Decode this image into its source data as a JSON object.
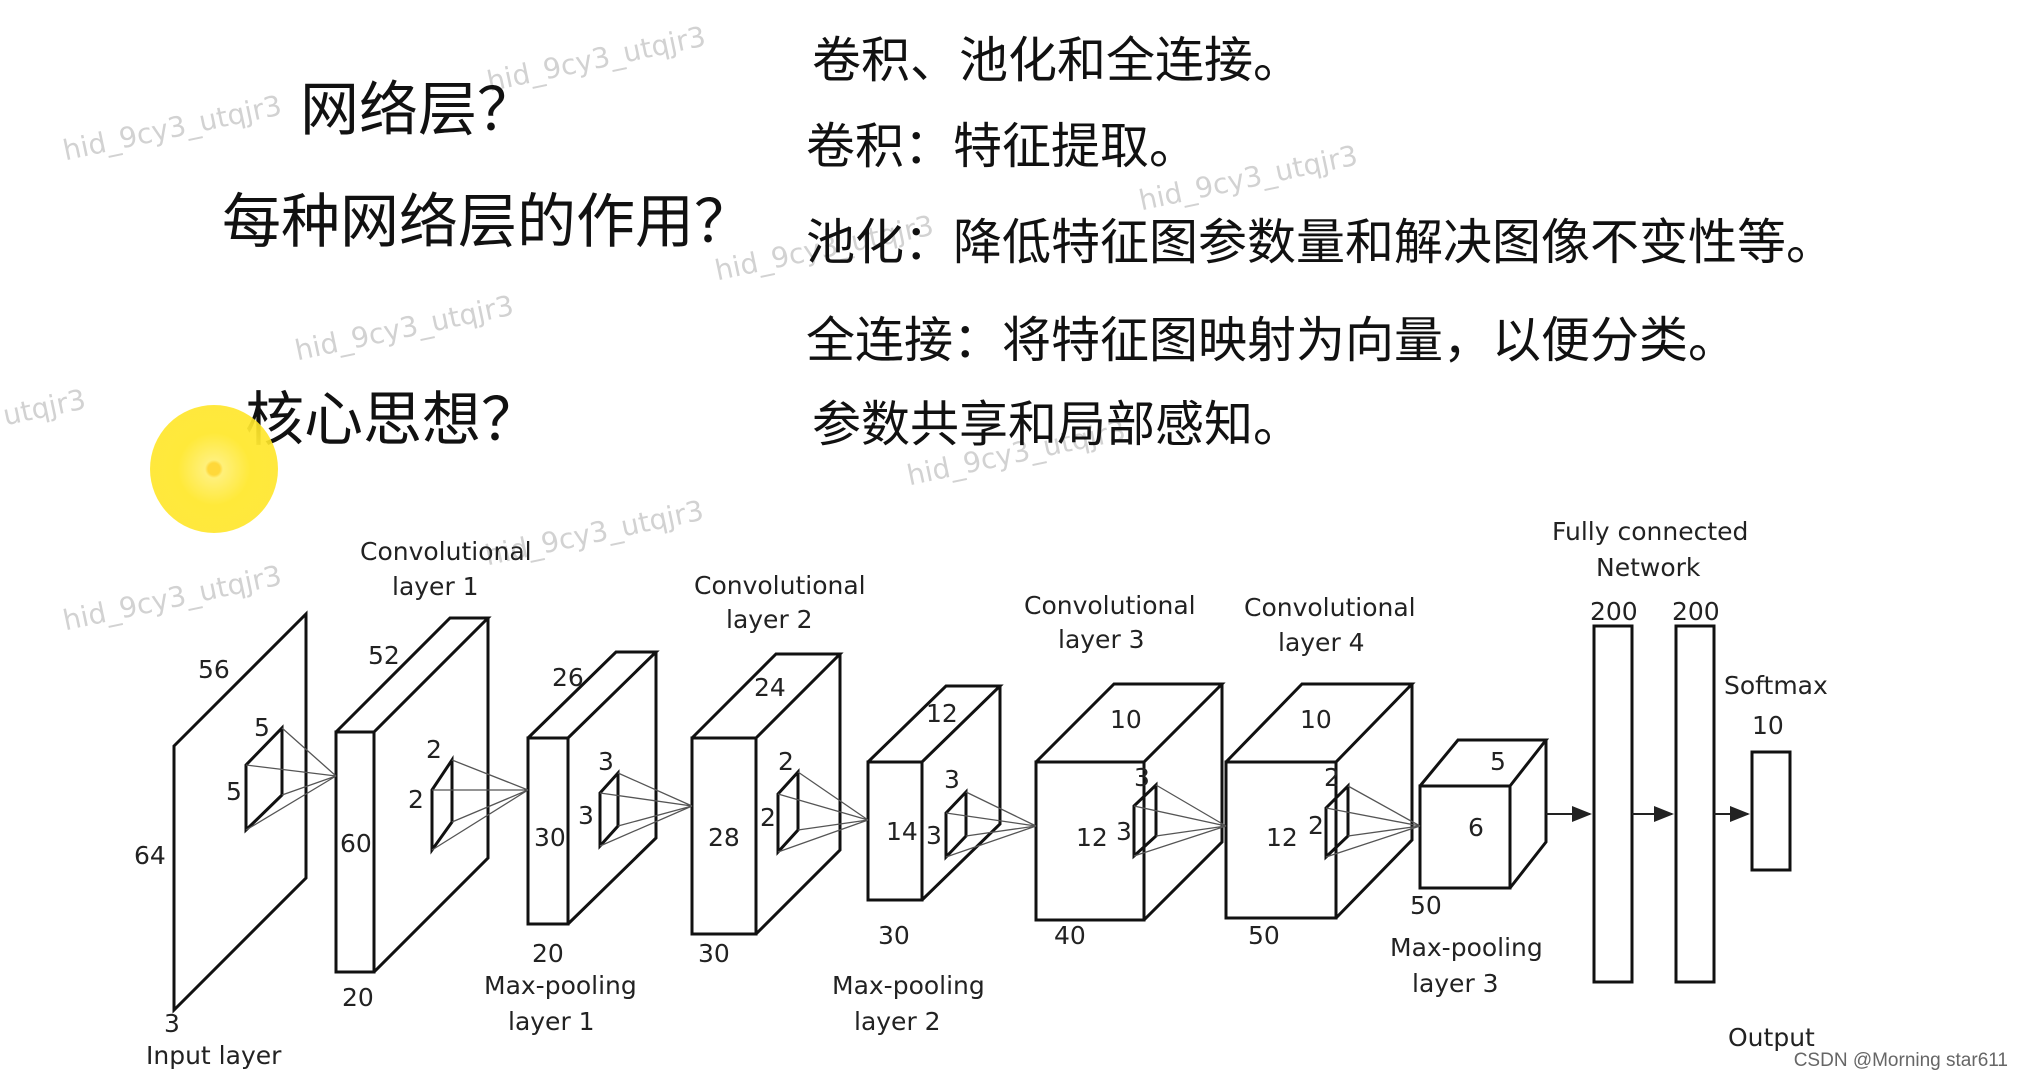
{
  "watermark": "hid_9cy3_utqjr3",
  "watermark_partial": "utqjr3",
  "questions": {
    "q1": "网络层？",
    "q2": "每种网络层的作用？",
    "q3": "核心思想？"
  },
  "answers": {
    "a1": "卷积、池化和全连接。",
    "a2": "卷积：特征提取。",
    "a3": "池化：降低特征图参数量和解决图像不变性等。",
    "a4": "全连接：将特征图映射为向量，以便分类。",
    "a5": "参数共享和局部感知。"
  },
  "diagram": {
    "input_layer": {
      "label": "Input layer",
      "width": "56",
      "height": "64",
      "depth": "3",
      "kernel": [
        "5",
        "5"
      ]
    },
    "conv1": {
      "title": [
        "Convolutional",
        "layer 1"
      ],
      "size": "52",
      "height": "60",
      "depth": "20",
      "kernel": [
        "2",
        "2"
      ]
    },
    "pool1": {
      "title": [
        "Max-pooling",
        "layer 1"
      ],
      "size": "26",
      "height": "30",
      "depth": "20",
      "kernel": [
        "3",
        "3"
      ]
    },
    "conv2": {
      "title": [
        "Convolutional",
        "layer 2"
      ],
      "size": "24",
      "height": "28",
      "depth": "30",
      "kernel": [
        "2",
        "2"
      ]
    },
    "pool2": {
      "title": [
        "Max-pooling",
        "layer 2"
      ],
      "size": "12",
      "height": "14",
      "depth": "30",
      "kernel": [
        "3",
        "3"
      ]
    },
    "conv3": {
      "title": [
        "Convolutional",
        "layer 3"
      ],
      "size": "10",
      "height": "12",
      "depth": "40",
      "kernel": [
        "3",
        "3"
      ]
    },
    "conv4": {
      "title": [
        "Convolutional",
        "layer 4"
      ],
      "size": "10",
      "height": "12",
      "depth": "50",
      "kernel": [
        "2",
        "2"
      ]
    },
    "pool3": {
      "title": [
        "Max-pooling",
        "layer 3"
      ],
      "size": "5",
      "height": "6",
      "depth": "50"
    },
    "fc": {
      "title": [
        "Fully connected",
        "Network"
      ],
      "units": [
        "200",
        "200"
      ]
    },
    "softmax": {
      "title": "Softmax",
      "units": "10",
      "label": "Output"
    }
  },
  "footer": "CSDN @Morning star611"
}
